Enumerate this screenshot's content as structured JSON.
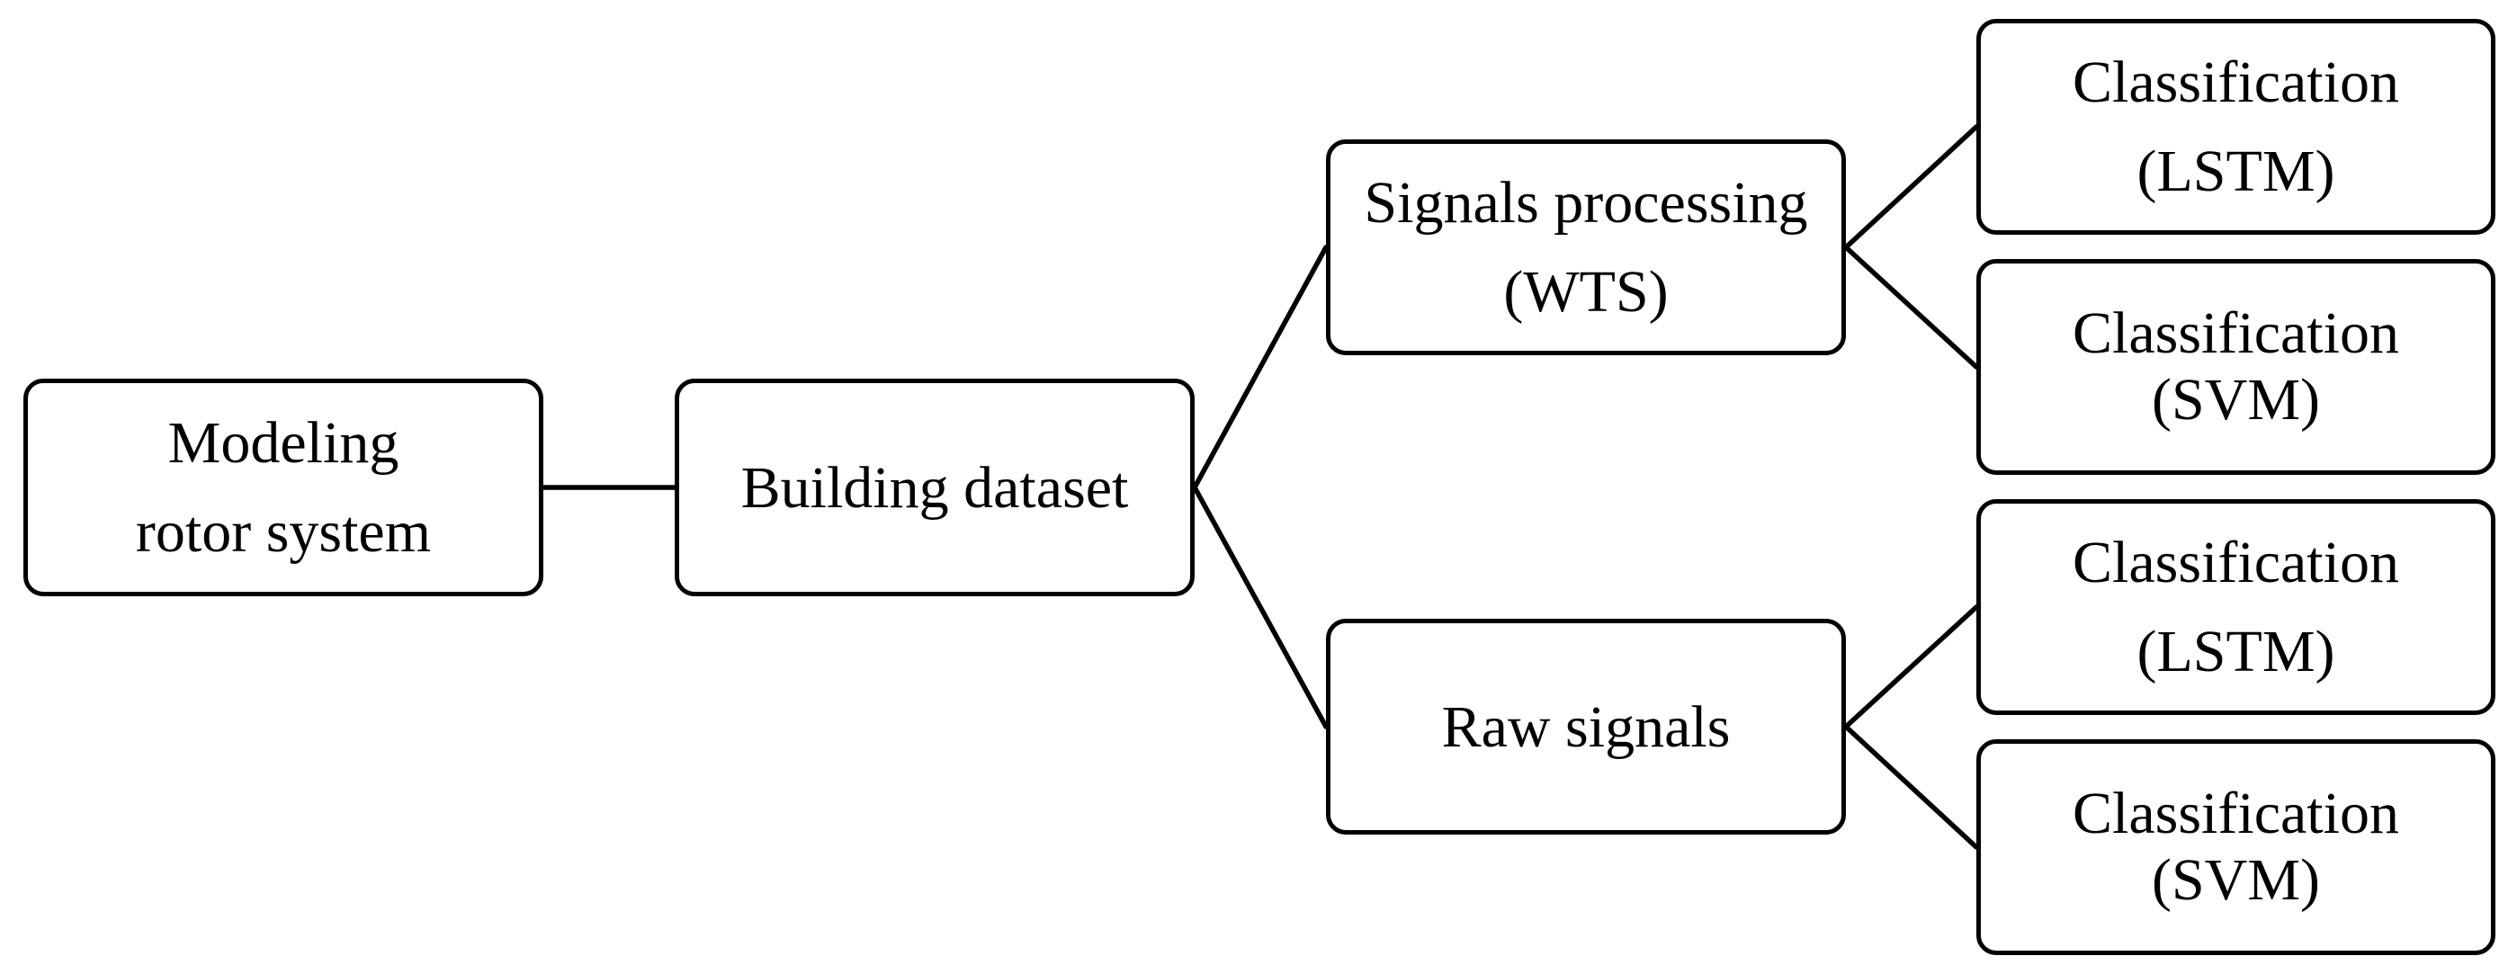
{
  "nodes": {
    "modeling": {
      "line1": "Modeling",
      "line2": "rotor system"
    },
    "building": {
      "line1": "Building dataset"
    },
    "processing": {
      "line1": "Signals processing",
      "line2": "(WTS)"
    },
    "raw": {
      "line1": "Raw signals"
    },
    "proc_lstm": {
      "line1": "Classification",
      "line2": "(LSTM)"
    },
    "proc_svm": {
      "line1": "Classification",
      "line2": "(SVM)"
    },
    "raw_lstm": {
      "line1": "Classification",
      "line2": "(LSTM)"
    },
    "raw_svm": {
      "line1": "Classification",
      "line2": "(SVM)"
    }
  },
  "edges": [
    {
      "from": "modeling",
      "to": "building"
    },
    {
      "from": "building",
      "to": "processing"
    },
    {
      "from": "building",
      "to": "raw"
    },
    {
      "from": "processing",
      "to": "proc_lstm"
    },
    {
      "from": "processing",
      "to": "proc_svm"
    },
    {
      "from": "raw",
      "to": "raw_lstm"
    },
    {
      "from": "raw",
      "to": "raw_svm"
    }
  ],
  "colors": {
    "stroke": "#000000",
    "background": "#ffffff",
    "text": "#000000"
  }
}
